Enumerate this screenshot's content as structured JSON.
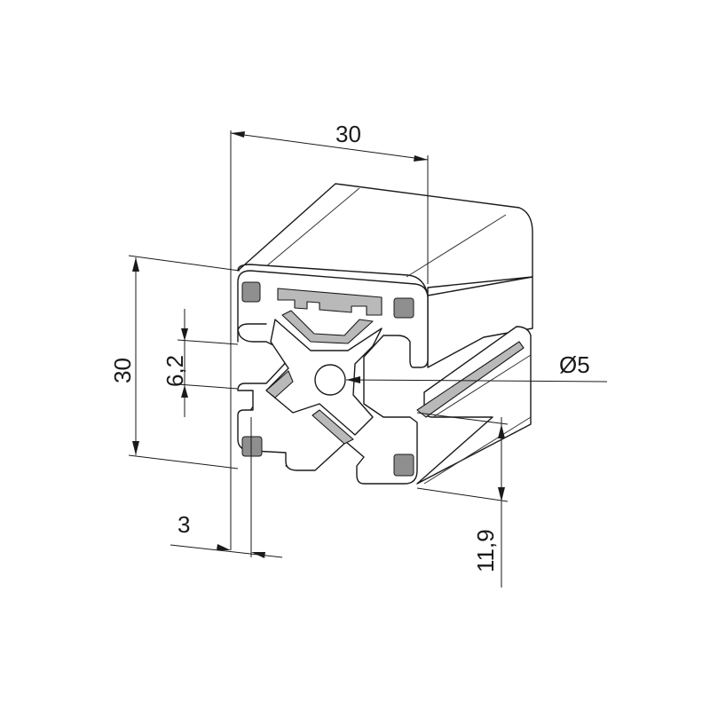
{
  "drawing": {
    "subject": "aluminium extrusion profile 30x30",
    "line_color": "#1a1a1a",
    "shade_color": "#b9b9b9"
  },
  "dimensions": {
    "width": "30",
    "height": "30",
    "slot_opening": "6,2",
    "wall_thickness": "3",
    "center_bore": "Ø5",
    "slot_depth": "11,9"
  }
}
